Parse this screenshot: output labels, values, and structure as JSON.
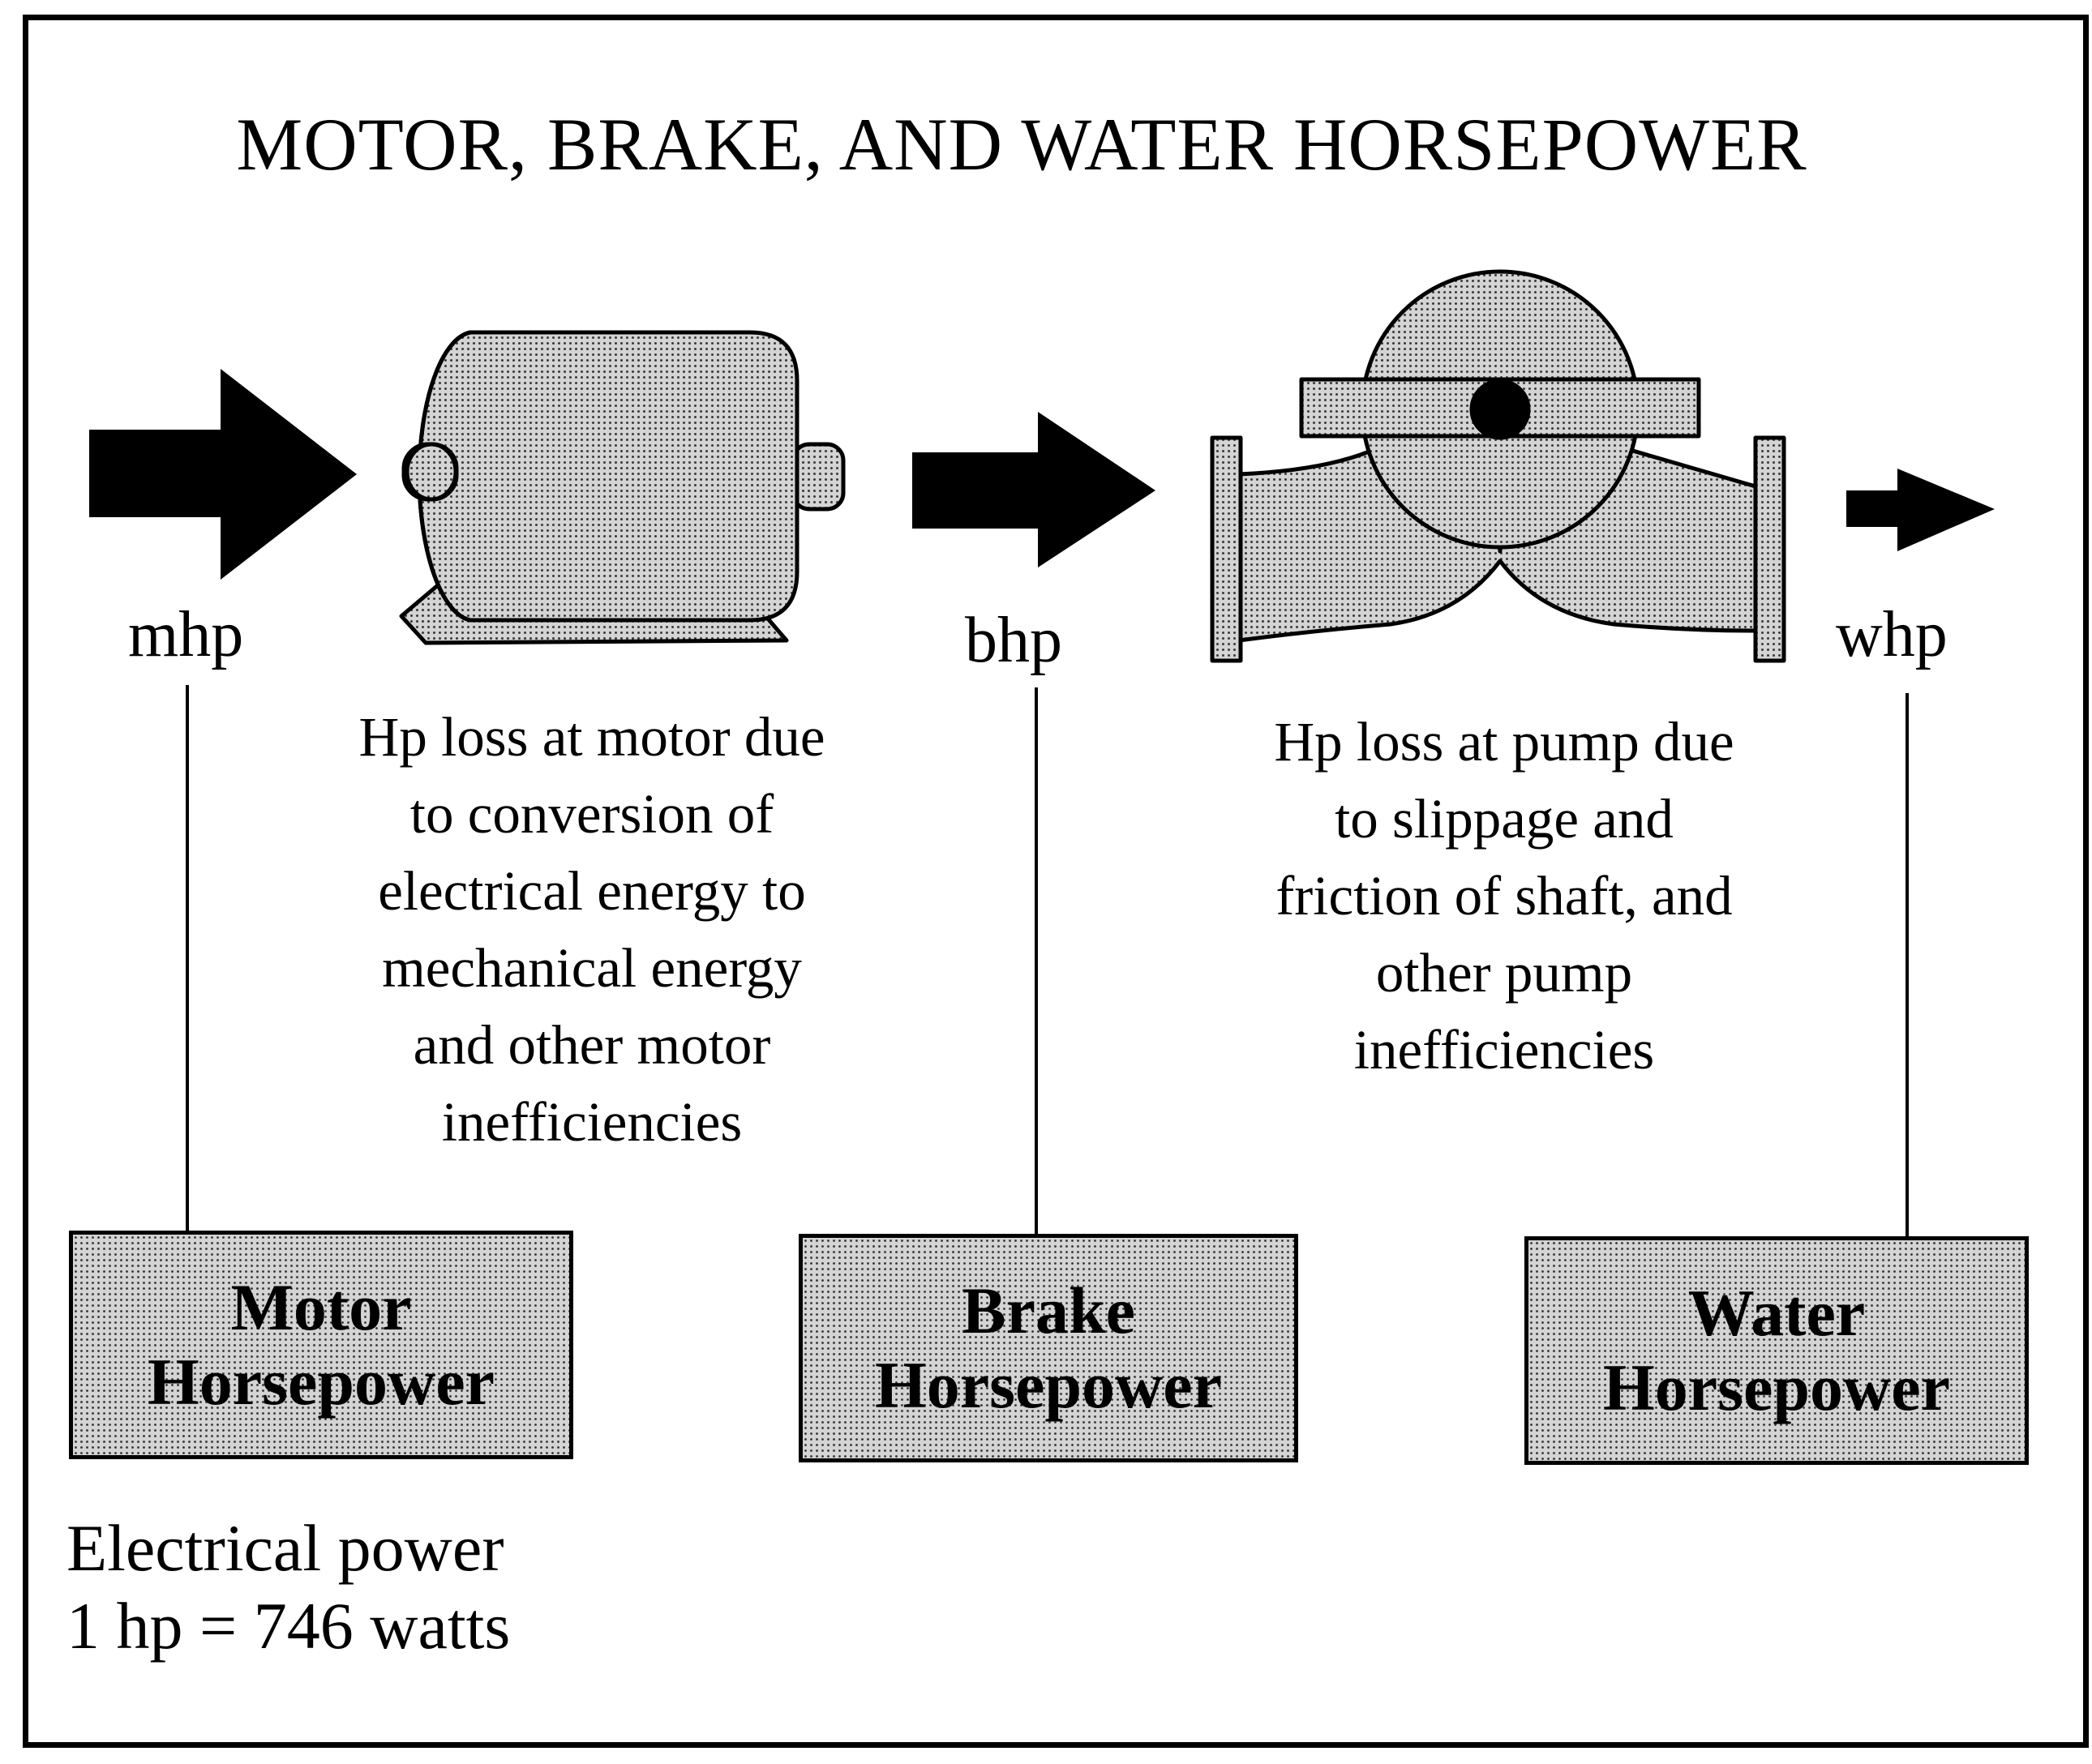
{
  "title": "MOTOR, BRAKE, AND WATER HORSEPOWER",
  "colors": {
    "ink": "#000000",
    "background": "#ffffff",
    "stipple_fill": "#d4d4d4"
  },
  "stages": [
    {
      "abbr": "mhp",
      "box": {
        "line1": "Motor",
        "line2": "Horsepower"
      }
    },
    {
      "abbr": "bhp",
      "box": {
        "line1": "Brake",
        "line2": "Horsepower"
      }
    },
    {
      "abbr": "whp",
      "box": {
        "line1": "Water",
        "line2": "Horsepower"
      }
    }
  ],
  "losses": {
    "motor": [
      "Hp loss at motor due",
      "to conversion of",
      "electrical energy to",
      "mechanical energy",
      "and other motor",
      "inefficiencies"
    ],
    "pump": [
      "Hp loss at pump due",
      "to slippage and",
      "friction of shaft, and",
      "other pump",
      "inefficiencies"
    ]
  },
  "note": {
    "line1": "Electrical power",
    "line2": "1 hp = 746 watts"
  },
  "icons": [
    "arrow-right-large-icon",
    "electric-motor-icon",
    "arrow-right-medium-icon",
    "centrifugal-pump-icon",
    "arrow-right-small-icon"
  ]
}
